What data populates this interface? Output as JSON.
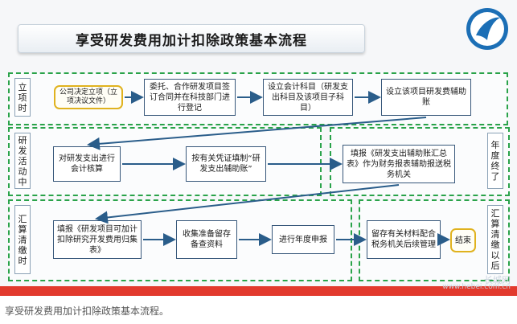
{
  "title": "享受研发费用加计扣除政策基本流程",
  "side_labels": {
    "lixiang": "立项时",
    "yanfa": "研发活动中",
    "niandu": "年度终了",
    "huisuan_left": "汇算清缴时",
    "huisuan_right": "汇算清缴以后"
  },
  "boxes": {
    "b1": "公司决定立项（立项决议文件）",
    "b2": "委托、合作研发项目签订合同并在科技部门进行登记",
    "b3": "设立会计科目（研发支出科目及该项目子科目）",
    "b4": "设立该项目研发费辅助账",
    "b5": "对研发支出进行会计核算",
    "b6": "按有关凭证填制“研发支出辅助账”",
    "b7": "填报《研发支出辅助账汇总表》作为财务报表辅助报送税务机关",
    "b8": "填报《研发项目可加计扣除研究开发费用归集表》",
    "b9": "收集准备留存备查资料",
    "b10": "进行年度申报",
    "b11": "留存有关材料配合税务机关后续管理",
    "b12": "结束"
  },
  "watermark": "长城网",
  "watermark_url": "www.hebei.com.cn",
  "caption": "享受研发费用加计扣除政策基本流程。",
  "colors": {
    "section_border": "#2aa34a",
    "box_border": "#37577a",
    "highlight_border": "#e0b21e",
    "arrow": "#2a5d8a",
    "red_band": "#e23a2d"
  }
}
